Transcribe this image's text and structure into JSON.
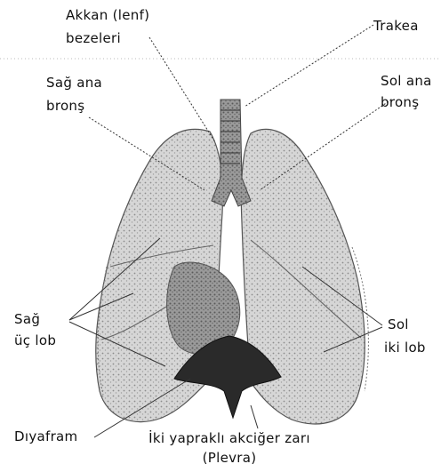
{
  "labels": {
    "akkan_line1": "Akkan (lenf)",
    "akkan_line2": "bezeleri",
    "trakea": "Trakea",
    "sag_bronj_line1": "Sağ ana",
    "sag_bronj_line2": "bronş",
    "sol_bronj_line1": "Sol ana",
    "sol_bronj_line2": "bronş",
    "sag_lob_line1": "Sağ",
    "sag_lob_line2": "üç lob",
    "sol_lob_line1": "Sol",
    "sol_lob_line2": "iki lob",
    "diyafram": "Dıyafram",
    "plevra_line1": "İki yapraklı akciğer zarı",
    "plevra_line2": "(Plevra)"
  },
  "colors": {
    "lung_fill": "#c9c9c9",
    "lung_shade": "#8a8a8a",
    "dark": "#2a2a2a",
    "line": "#333333"
  }
}
